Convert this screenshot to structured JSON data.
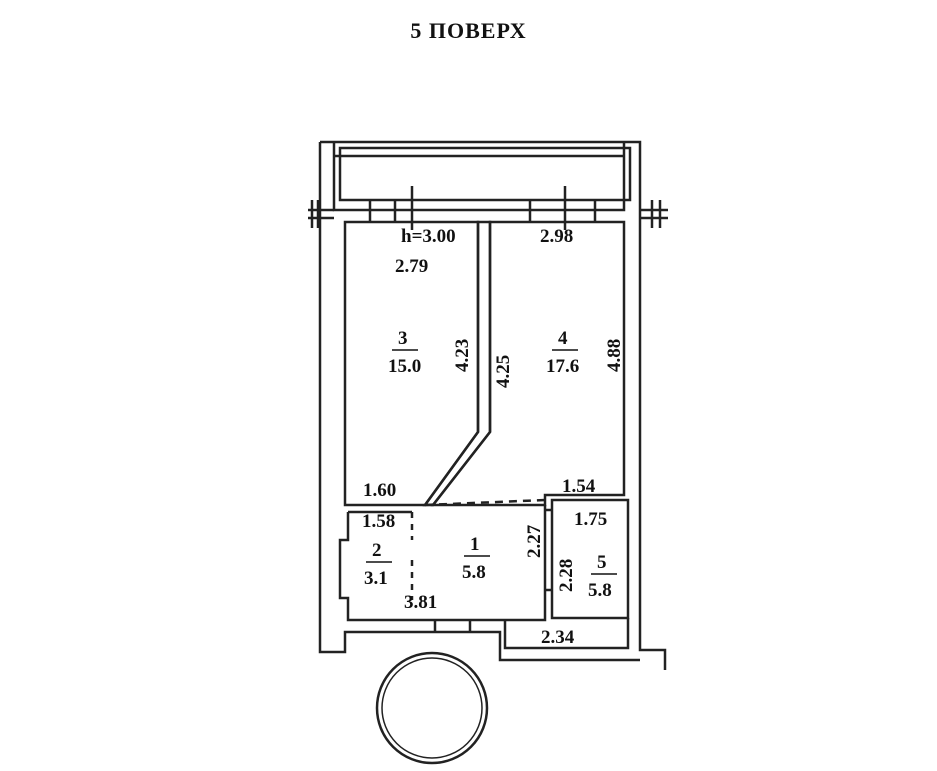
{
  "title": "5 ПОВЕРХ",
  "ceiling_height": "h=3.00",
  "rooms": [
    {
      "number": "1",
      "area": "5.8"
    },
    {
      "number": "2",
      "area": "3.1"
    },
    {
      "number": "3",
      "area": "15.0"
    },
    {
      "number": "4",
      "area": "17.6"
    },
    {
      "number": "5",
      "area": "5.8"
    }
  ],
  "dimensions": {
    "room3_top": "2.79",
    "room3_right": "4.23",
    "room3_bottom": "1.60",
    "room4_top": "2.98",
    "room4_left": "4.25",
    "room4_right": "4.88",
    "room4_bottom": "1.54",
    "hall_top": "1.58",
    "hall_bottom": "3.81",
    "hall_right": "2.27",
    "bath_top": "1.75",
    "bath_left": "2.28",
    "bath_bottom": "2.34"
  }
}
